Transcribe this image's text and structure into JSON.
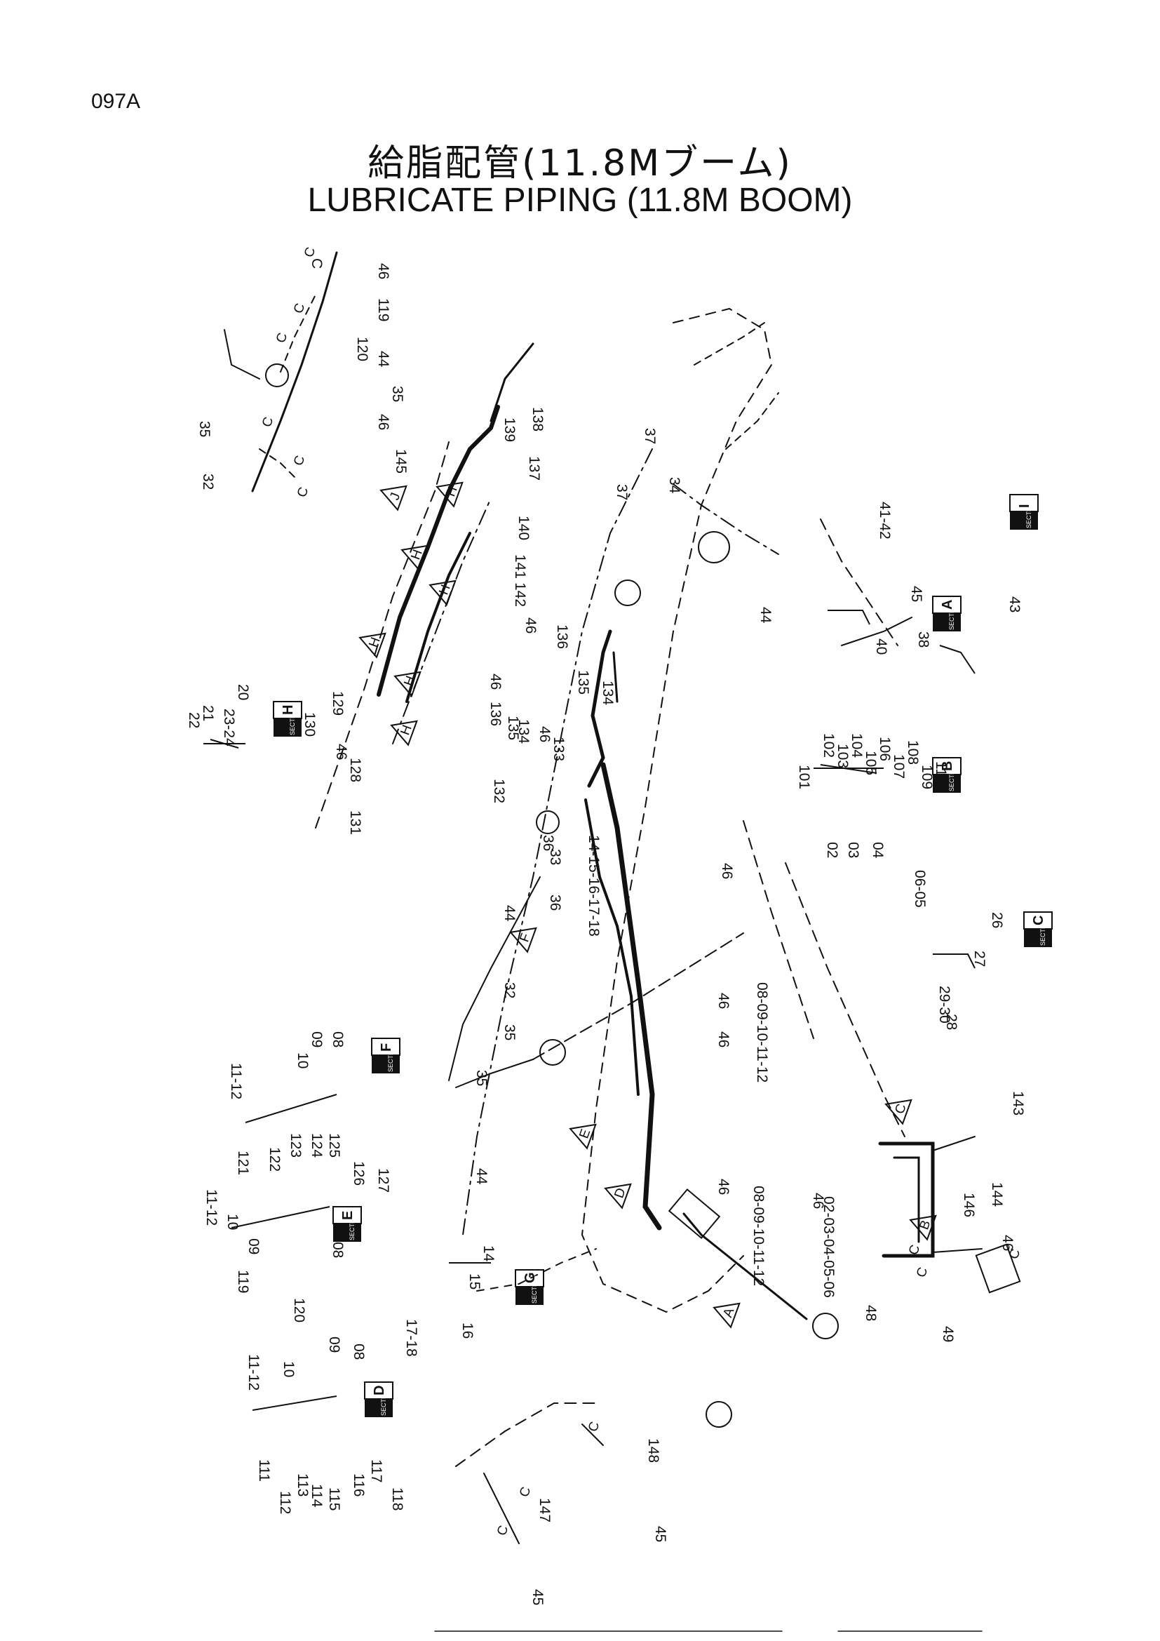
{
  "page_code": "097A",
  "title_jp": "給脂配管(11.8Mブーム)",
  "title_en": "LUBRICATE   PIPING (11.8M   BOOM)",
  "section_word": "SECTION",
  "section_boxes": [
    "H",
    "A",
    "I",
    "B",
    "C",
    "F",
    "E",
    "G",
    "D"
  ],
  "view_markers": [
    "A",
    "B",
    "C",
    "D",
    "E",
    "F",
    "J",
    "H",
    "H",
    "H",
    "H",
    "H",
    "H"
  ],
  "pipe_letters": [
    "C",
    "C",
    "C",
    "C",
    "C",
    "C",
    "C",
    "C",
    "C",
    "C",
    "C",
    "C"
  ],
  "callouts": {
    "boom_tip": [
      "C",
      "46",
      "119",
      "120",
      "44",
      "35",
      "35",
      "32",
      "46",
      "145"
    ],
    "upper_piping": [
      "139",
      "138",
      "137",
      "140",
      "141",
      "142",
      "46",
      "136",
      "135",
      "134",
      "46",
      "136",
      "135",
      "134",
      "46",
      "133",
      "132",
      "131",
      "128",
      "129",
      "130",
      "46"
    ],
    "section_h": [
      "22",
      "21",
      "23-24",
      "20"
    ],
    "section_a": [
      "41-42",
      "45",
      "40",
      "38"
    ],
    "section_i": [
      "43"
    ],
    "section_b": [
      "101",
      "102",
      "103",
      "104",
      "105",
      "106",
      "107",
      "108",
      "109",
      "110",
      "02",
      "03",
      "04",
      "06-05"
    ],
    "section_c": [
      "26",
      "27",
      "29-30",
      "28"
    ],
    "section_f": [
      "11-12",
      "10",
      "09",
      "08",
      "121",
      "122",
      "123",
      "124",
      "125",
      "126",
      "127"
    ],
    "section_e": [
      "11-12",
      "10",
      "09",
      "08",
      "119",
      "120"
    ],
    "section_g": [
      "14",
      "15",
      "17-18",
      "16"
    ],
    "section_d": [
      "11-12",
      "10",
      "09",
      "08",
      "111",
      "112",
      "113",
      "114",
      "115",
      "116",
      "117",
      "118"
    ],
    "main_boom": [
      "37",
      "34",
      "37",
      "44",
      "36",
      "33",
      "36",
      "44",
      "14-15-16-17-18",
      "46",
      "08-09-10-11-12",
      "32",
      "35",
      "35",
      "44",
      "46",
      "46",
      "08-09-10-11-12",
      "46"
    ],
    "lower_right": [
      "143",
      "144",
      "02-03-04-05-06",
      "46",
      "146",
      "46",
      "48",
      "49"
    ],
    "bottom_left": [
      "147",
      "148",
      "45",
      "45"
    ]
  }
}
